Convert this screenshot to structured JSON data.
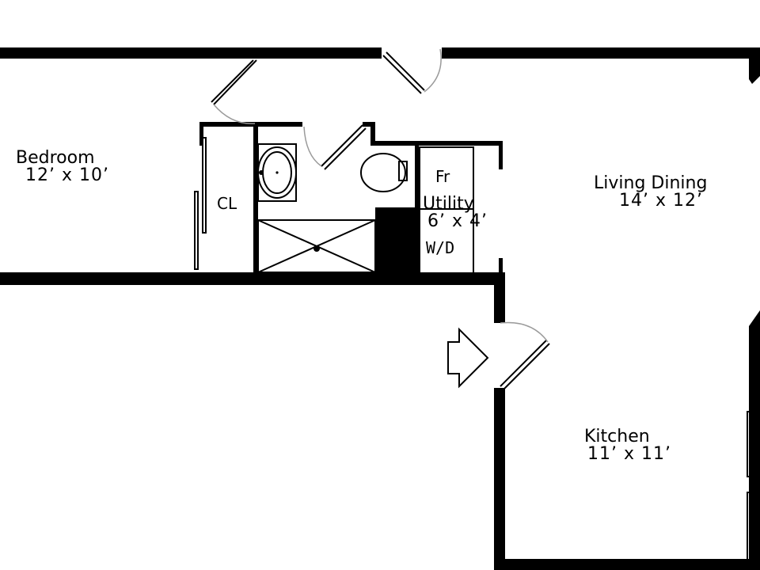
{
  "rooms": {
    "bedroom": {
      "name": "Bedroom",
      "size": "12’ x 10’"
    },
    "living_dining": {
      "name": "Living Dining",
      "size": "14’ x 12’"
    },
    "kitchen": {
      "name": "Kitchen",
      "size": "11’ x 11’"
    },
    "utility": {
      "name": "Utility",
      "size": "6’ x 4’"
    }
  },
  "fixtures": {
    "closet": "CL",
    "fridge": "Fr",
    "washer_dryer": "W/D"
  },
  "colors": {
    "wall": "#000000",
    "door_swing": "#9a9a9a",
    "background": "#ffffff"
  }
}
